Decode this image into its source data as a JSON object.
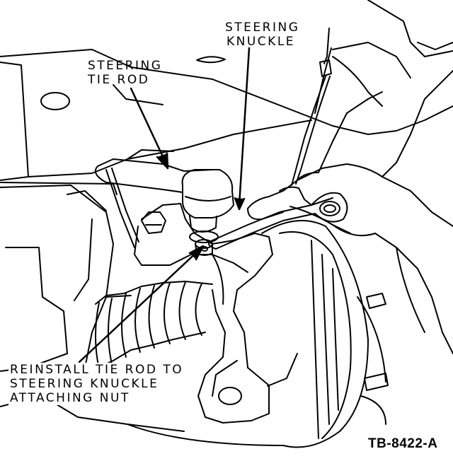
{
  "labels": {
    "steering_knuckle": [
      "STEERING",
      "KNUCKLE"
    ],
    "tie_rod": [
      "STEERING",
      "TIE ROD"
    ],
    "attaching_nut": [
      "REINSTALL TIE ROD TO",
      "STEERING KNUCKLE",
      "ATTACHING NUT"
    ]
  },
  "figure_id": "TB-8422-A",
  "colors": {
    "ink": "#000000",
    "paper": "#ffffff"
  }
}
